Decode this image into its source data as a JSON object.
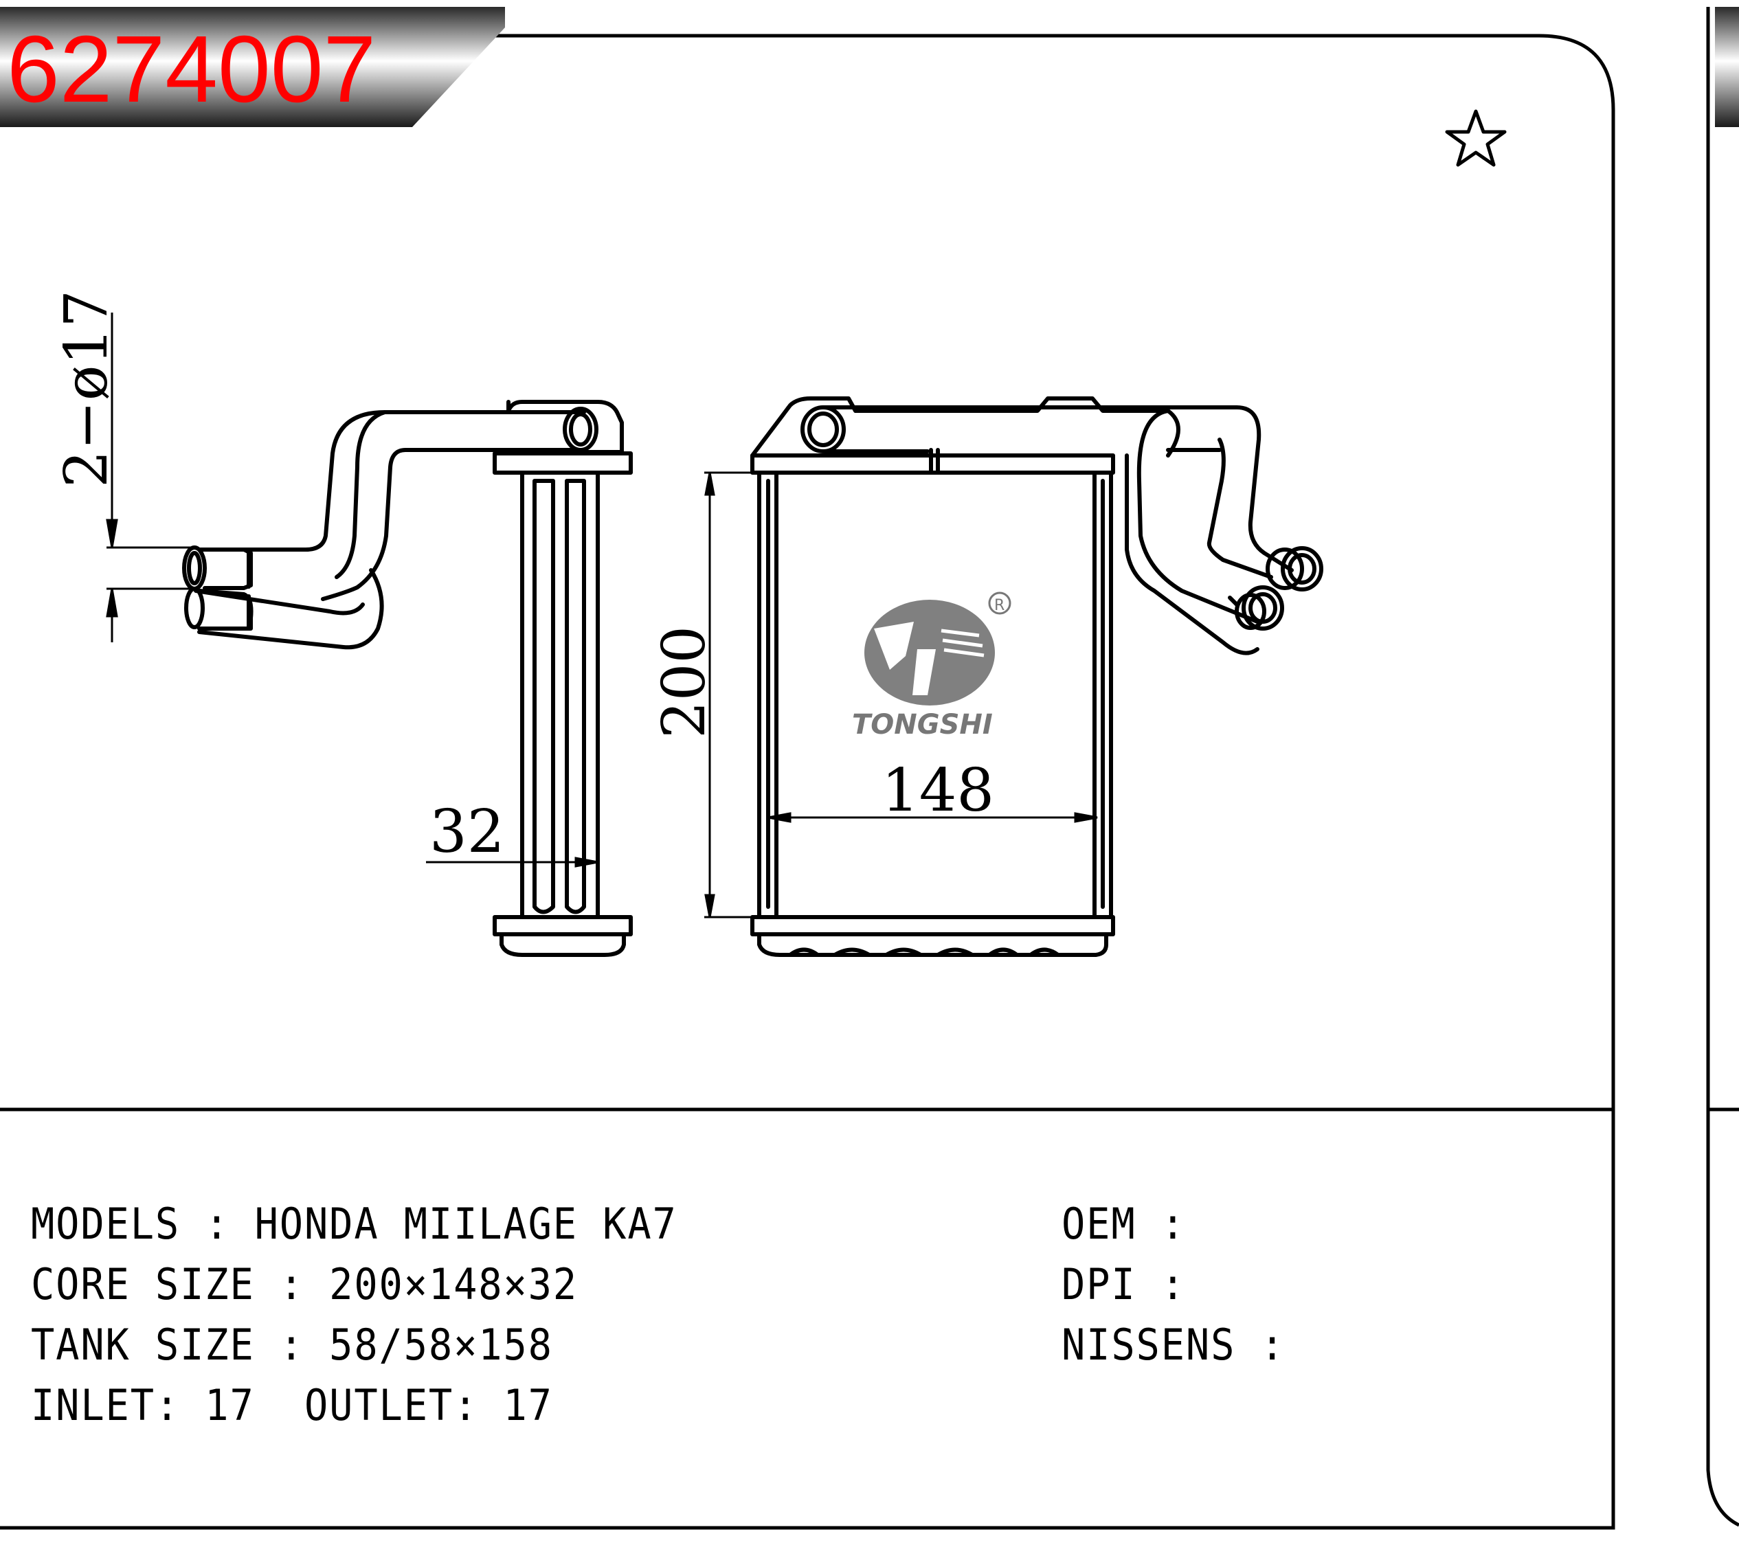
{
  "header": {
    "part_number": "6274007"
  },
  "icons": {
    "favorite": "star-outline-icon",
    "brand_logo": "tongshi-logo-icon",
    "registered_mark": "registered-icon"
  },
  "brand": {
    "name": "TONGSHI",
    "registered": "®"
  },
  "dimensions": {
    "pipe_diameter": "2−ø17",
    "height": "200",
    "width": "148",
    "depth": "32"
  },
  "specs": {
    "models": "MODELS : HONDA MIILAGE KA7",
    "core_size": "CORE SIZE : 200×148×32",
    "tank_size": "TANK SIZE : 58/58×158",
    "inlet_outlet": "INLET: 17  OUTLET: 17",
    "oem": "OEM :",
    "dpi": "DPI :",
    "nissens": "NISSENS :"
  },
  "colors": {
    "title": "#ff0000",
    "line": "#000000",
    "logo": "#777777"
  }
}
